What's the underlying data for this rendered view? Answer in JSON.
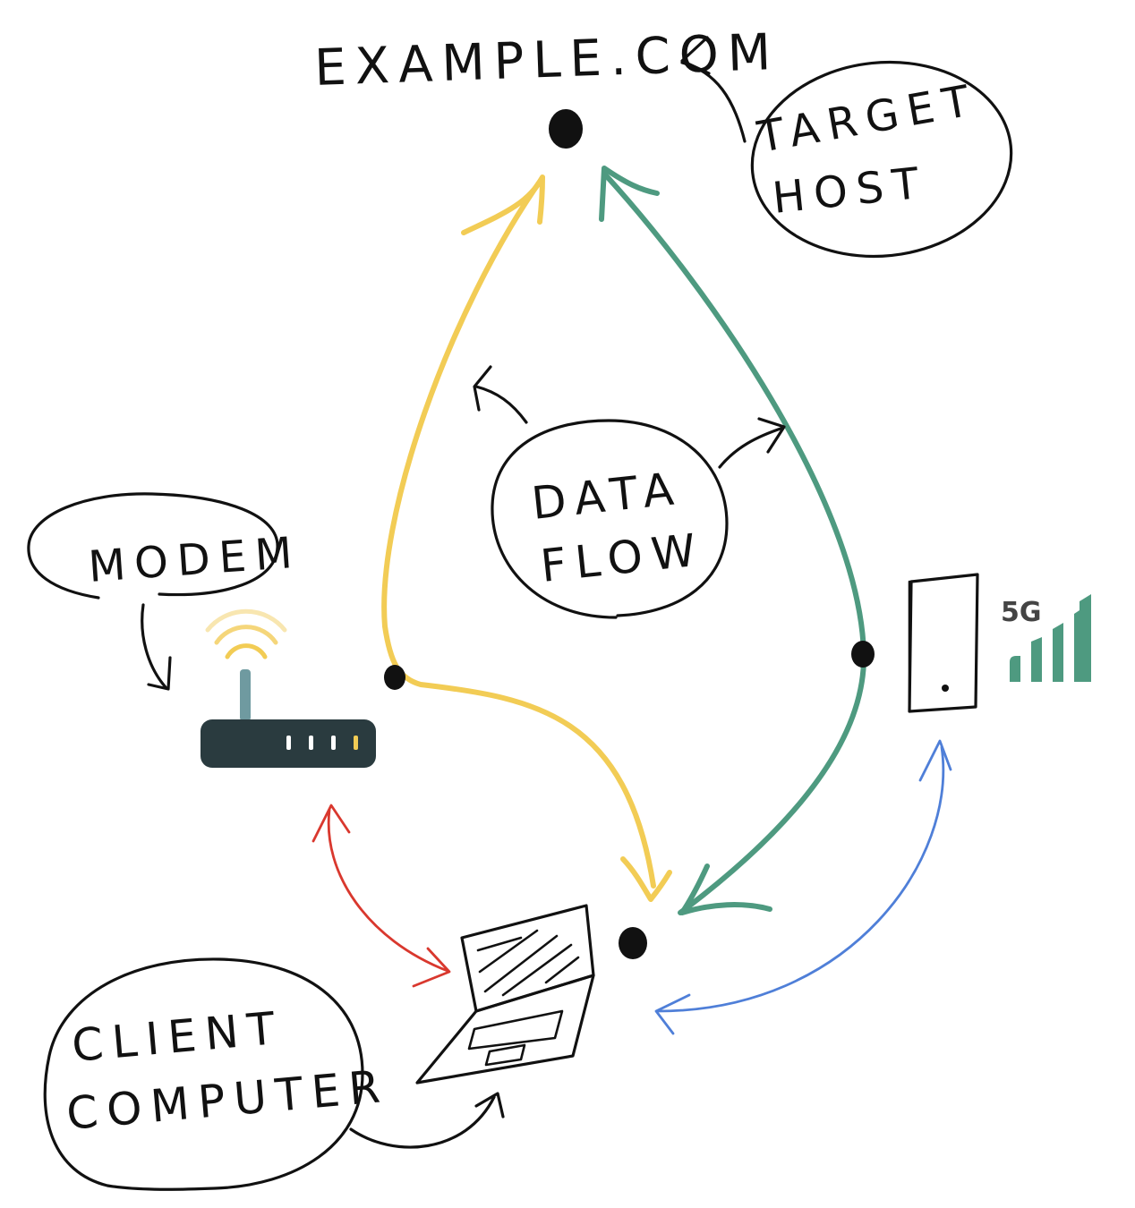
{
  "labels": {
    "target_domain": "EXAMPLE.COM",
    "target_host_line1": "TARGET",
    "target_host_line2": "HOST",
    "data_flow_line1": "DATA",
    "data_flow_line2": "FLOW",
    "modem": "MODEM",
    "client_line1": "CLIENT",
    "client_line2": "COMPUTER",
    "signal": "5G"
  },
  "colors": {
    "ink": "#111111",
    "modem_path": "#f2cc55",
    "cellular_path": "#4e9a80",
    "modem_link": "#d9382e",
    "phone_link": "#4f7fd8",
    "router_body": "#2a3b3f",
    "router_antenna": "#6f9aa0",
    "signal_bars": "#4e9a80"
  },
  "icons": [
    "router-icon",
    "wifi-waves-icon",
    "phone-icon",
    "signal-bars-icon",
    "laptop-icon"
  ]
}
